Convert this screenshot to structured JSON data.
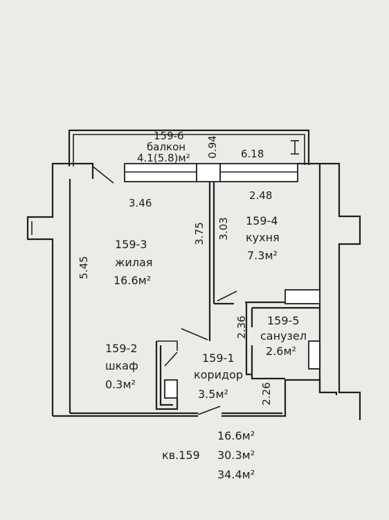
{
  "rooms": {
    "balcony": {
      "num": "159-6",
      "name": "балкон",
      "area": "4.1(5.8)м²"
    },
    "kitchen": {
      "num": "159-4",
      "name": "кухня",
      "area": "7.3м²"
    },
    "living": {
      "num": "159-3",
      "name": "жилая",
      "area": "16.6м²"
    },
    "bathroom": {
      "num": "159-5",
      "name": "санузел",
      "area": "2.6м²"
    },
    "closet": {
      "num": "159-2",
      "name": "шкаф",
      "area": "0.3м²"
    },
    "corridor": {
      "num": "159-1",
      "name": "коридор",
      "area": "3.5м²"
    }
  },
  "dimensions": {
    "balcony_depth": "0.94",
    "balcony_width": "6.18",
    "living_width": "3.46",
    "kitchen_width": "2.48",
    "living_depth": "3.75",
    "kitchen_depth": "3.03",
    "living_left": "5.45",
    "corridor_upper": "2.36",
    "corridor_lower": "2.26"
  },
  "summary": {
    "apartment": "кв.159",
    "living_area": "16.6м²",
    "total_area": "30.3м²",
    "total_with_balcony": "34.4м²"
  }
}
